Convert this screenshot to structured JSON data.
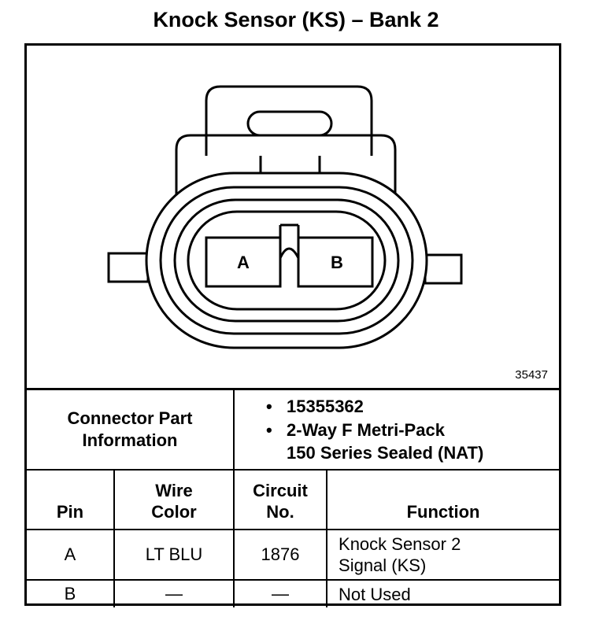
{
  "title": "Knock Sensor (KS) – Bank 2",
  "figure": {
    "pin_a_label": "A",
    "pin_b_label": "B",
    "figure_number": "35437"
  },
  "connector": {
    "label": "Connector Part Information",
    "bullets": [
      "15355362",
      "2-Way F Metri-Pack",
      "150 Series Sealed (NAT)"
    ]
  },
  "table": {
    "headers": {
      "pin": "Pin",
      "wire_color_1": "Wire",
      "wire_color_2": "Color",
      "circuit_1": "Circuit",
      "circuit_2": "No.",
      "function": "Function"
    },
    "rows": [
      {
        "pin": "A",
        "wire_color": "LT BLU",
        "circuit": "1876",
        "function_1": "Knock Sensor 2",
        "function_2": "Signal (KS)"
      },
      {
        "pin": "B",
        "wire_color": "—",
        "circuit": "—",
        "function_1": "Not Used",
        "function_2": ""
      }
    ]
  }
}
